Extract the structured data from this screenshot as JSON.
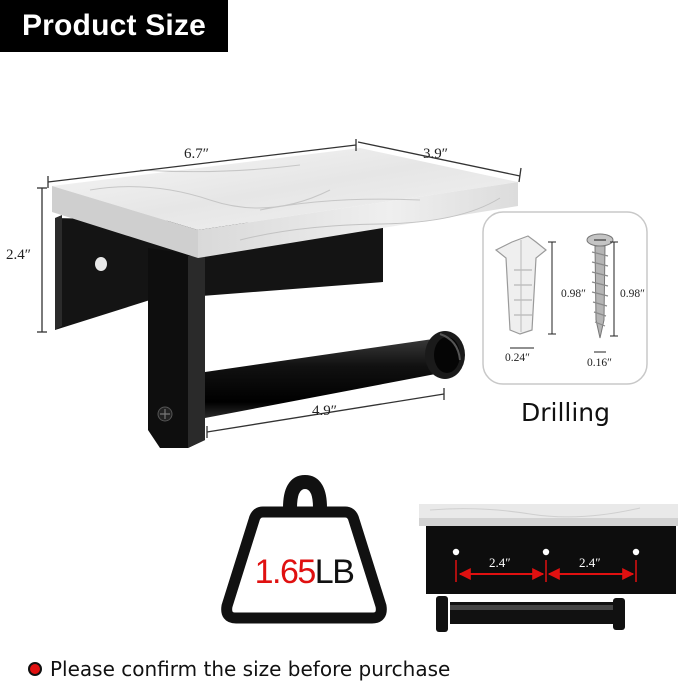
{
  "header": {
    "title": "Product Size"
  },
  "dimensions": {
    "width": "6.7″",
    "depth": "3.9″",
    "height": "2.4″",
    "rod_length": "4.9″"
  },
  "drilling": {
    "label": "Drilling",
    "anchor_length": "0.98″",
    "anchor_width": "0.24″",
    "screw_length": "0.98″",
    "screw_width": "0.16″"
  },
  "weight": {
    "value": "1.65",
    "unit": "LB"
  },
  "mounting": {
    "spacing_left": "2.4″",
    "spacing_right": "2.4″"
  },
  "note": {
    "text": "Please confirm the size before purchase"
  },
  "colors": {
    "accent": "#e01010",
    "product": "#111111",
    "marble": "#eeeeee"
  }
}
